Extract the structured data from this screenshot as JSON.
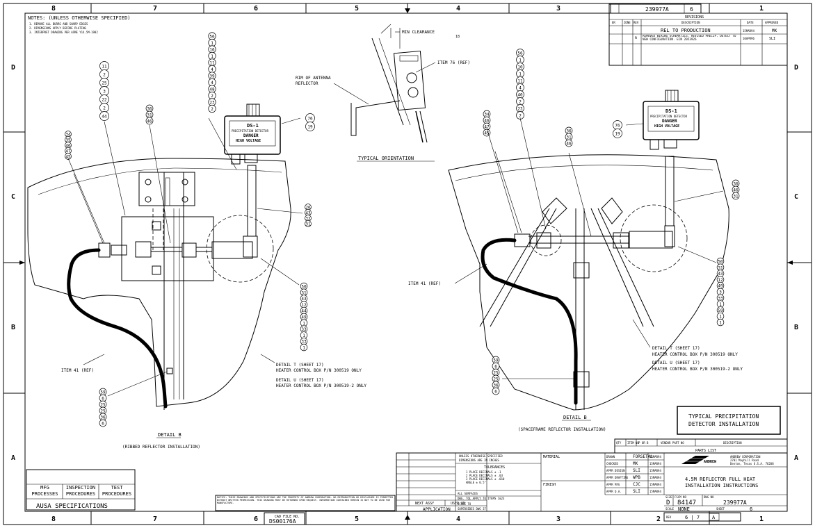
{
  "zones": {
    "cols": [
      "8",
      "7",
      "6",
      "5",
      "4",
      "3",
      "2",
      "1"
    ],
    "rows": [
      "D",
      "C",
      "B",
      "A"
    ]
  },
  "notes": {
    "title": "NOTES: (UNLESS OTHERWISE SPECIFIED)",
    "items": [
      "1. REMOVE ALL BURRS AND SHARP EDGES",
      "2. DIMENSIONS APPLY BEFORE PLATING",
      "3. INTERPRET DRAWING PER ASME Y14.5M-1982"
    ]
  },
  "header_box": {
    "dwg_no": "239977A",
    "sheet": "6"
  },
  "revisions": {
    "title": "REVISIONS",
    "columns": [
      "ER",
      "ZONE",
      "REV",
      "DESCRIPTION",
      "DATE",
      "APPROVED"
    ],
    "rows": [
      {
        "rev": "",
        "description": "REL TO PRODUCTION",
        "date": "15MAR94",
        "approved": "MK"
      },
      {
        "rev": "A",
        "description": "REMOVED WIRING SCHEMATICS. REVISED PRECIP. DETECT TO NEW CONFIGURATION. ECN 2053926",
        "date": "10APR96",
        "approved": "SLI"
      }
    ]
  },
  "detail_left": {
    "label": "DETAIL B",
    "subtitle": "(RIBBED REFLECTOR INSTALLATION)",
    "item41": "ITEM 41 (REF)",
    "detail_t": "DETAIL T (SHEET 17)",
    "detail_t_sub": "HEATER CONTROL BOX P/N 300519 ONLY",
    "detail_u": "DETAIL U (SHEET 17)",
    "detail_u_sub": "HEATER CONTROL BOX P/N 300519-2 ONLY"
  },
  "detail_right": {
    "label": "DETAIL B",
    "subtitle": "(SPACEFRAME REFLECTOR INSTALLATION)",
    "item41": "ITEM 41 (REF)",
    "detail_t": "DETAIL T (SHEET 17)",
    "detail_t_sub": "HEATER CONTROL BOX P/N 300519 ONLY",
    "detail_u": "DETAIL U (SHEET 17)",
    "detail_u_sub": "HEATER CONTROL BOX P/N 300519-2 ONLY"
  },
  "orientation": {
    "min_clearance": "MIN CLEARANCE",
    "min_clearance_note": "18",
    "item76": "ITEM 76 (REF)",
    "rim": "RIM OF ANTENNA",
    "rim2": "REFLECTOR",
    "title": "TYPICAL ORIENTATION"
  },
  "control_box": {
    "line1": "DS-1",
    "line2": "PRECIPITATION DETECTOR",
    "line3": "DANGER",
    "line4": "HIGH VOLTAGE"
  },
  "balloons": {
    "stack1": [
      "11",
      "2",
      "25",
      "3",
      "22",
      "2",
      "44"
    ],
    "stack2": [
      "56",
      "1",
      "16",
      "1",
      "11",
      "4",
      "39",
      "4",
      "48",
      "2",
      "23",
      "2"
    ],
    "stack3_left": [
      "36",
      "31",
      "46"
    ],
    "stack4_left": [
      "34",
      "35",
      "46",
      "47",
      "45"
    ],
    "stack5_left": [
      "76",
      "19"
    ],
    "stack6_left": [
      "26",
      "43",
      "32",
      "31"
    ],
    "stack7_left": [
      "50",
      "31",
      "43",
      "12",
      "44",
      "49",
      "1",
      "33",
      "1",
      "33",
      "1"
    ],
    "stack8_left": [
      "59",
      "6",
      "25",
      "25",
      "36",
      "6"
    ],
    "stack_r1": [
      "56",
      "1",
      "10",
      "1",
      "11",
      "4",
      "40",
      "2",
      "23",
      "2"
    ],
    "stack_r2": [
      "36",
      "31",
      "46"
    ],
    "stack_r3": [
      "34",
      "46",
      "47",
      "45"
    ],
    "stack_r4": [
      "76",
      "19"
    ],
    "stack_r5": [
      "36",
      "46",
      "31"
    ],
    "stack_r6": [
      "50",
      "31",
      "43",
      "12",
      "49",
      "3",
      "33",
      "1",
      "59",
      "1",
      "1"
    ],
    "stack_r7": [
      "59",
      "6",
      "25",
      "25",
      "36",
      "6"
    ]
  },
  "title_box": {
    "line1": "TYPICAL PRECIPITATION",
    "line2": "DETECTOR INSTALLATION"
  },
  "parts_list": {
    "label": "PARTS LIST",
    "columns": [
      "QTY",
      "ITEM NO",
      "P OR B",
      "VENDOR PART NO",
      "DESCRIPTION"
    ]
  },
  "tolerances": {
    "header1": "UNLESS OTHERWISE SPECIFIED",
    "header2": "DIMENSIONS ARE IN INCHES",
    "title": "TOLERANCES",
    "lines": [
      "1 PLACE DECIMALS ± .1",
      "2 PLACE DECIMALS ± .03",
      "3 PLACE DECIMALS ± .010",
      "ANGLE ± 0.5°"
    ],
    "all_surfaces": "ALL SURFACES",
    "scale_note": "DWG. TOL APPLY TO ITEMS 1&23",
    "scale": "SCALE TO",
    "supersedes": "SUPERSEDES DWG 37"
  },
  "material": {
    "label": "MATERIAL",
    "finish": "FINISH"
  },
  "application": {
    "next_assy": "NEXT ASSY",
    "used_on": "USED ON",
    "label": "APPLICATION"
  },
  "signatures": {
    "rows": [
      {
        "role": "DRAWN",
        "name": "FORSETAL",
        "date": "15MAR94"
      },
      {
        "role": "CHECKED",
        "name": "MK",
        "date": "15MAR94"
      },
      {
        "role": "APPR DESIGN",
        "name": "SLI",
        "date": "15MAR94"
      },
      {
        "role": "APPR DRAFTING",
        "name": "WPB",
        "date": "15MAR94"
      },
      {
        "role": "APPR MFG",
        "name": "CJC",
        "date": "15MAR94"
      },
      {
        "role": "APPR Q.A.",
        "name": "SLI",
        "date": "15MAR94"
      }
    ]
  },
  "company": {
    "name": "ANDREW CORPORATION",
    "addr1": "2701 Mayhill Road",
    "addr2": "Denton, Texas U.S.A. 76208",
    "logo": "ANDREW"
  },
  "drawing_title": {
    "line1": "4.5M REFLECTOR FULL HEAT",
    "line2": "INSTALLATION INSTRUCTIONS"
  },
  "titleblock_bottom": {
    "size_label": "SIZE",
    "size": "D",
    "fscm_label": "FSCM NO",
    "fscm": "84147",
    "dwg_label": "DWG NO",
    "dwg_no": "239977A",
    "scale_label": "SCALE",
    "scale": "NONE",
    "rev_label": "REV",
    "rev": "A",
    "sheet_label": "SHEET",
    "sheet": "6",
    "of": "6 | 7"
  },
  "process_box": {
    "cols": [
      "MFG PROCESSES",
      "INSPECTION PROCEDURES",
      "TEST PROCEDURES"
    ],
    "spec": "AUSA SPECIFICATIONS"
  },
  "cad_file": {
    "label": "CAD FILE NO.",
    "value": "DS00176A"
  },
  "proprietary": "NOTICE: THESE DRAWINGS AND SPECIFICATIONS ARE THE PROPERTY OF ANDREW CORPORATION. NO REPRODUCTION OR DISCLOSURE IS PERMITTED WITHOUT WRITTEN PERMISSION. THIS DRAWING MUST BE RETURNED UPON REQUEST. INFORMATION CONTAINED HEREIN IS NOT TO BE USED FOR MANUFACTURE."
}
